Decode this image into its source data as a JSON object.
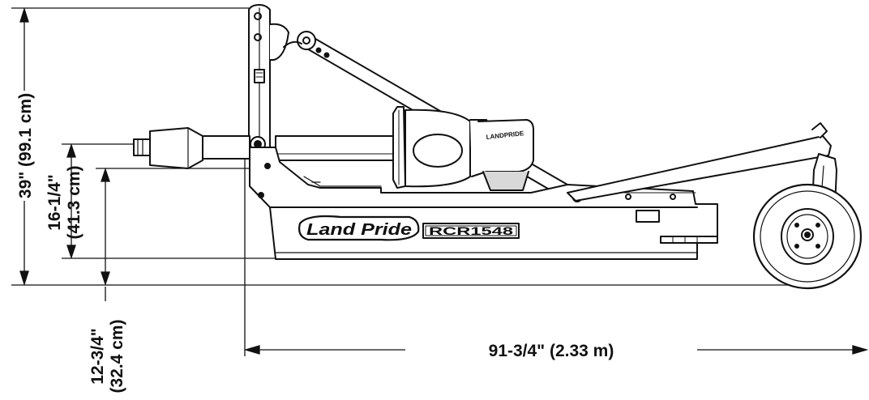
{
  "dimensions": {
    "overall_height": "39\" (99.1 cm)",
    "hitch_height_upper": "16-1/4\"",
    "hitch_height_upper_metric": "(41.3 cm)",
    "hitch_height_lower": "12-3/4\"",
    "hitch_height_lower_metric": "(32.4 cm)",
    "overall_length": "91-3/4\" (2.33 m)"
  },
  "decals": {
    "brand_logo": "Land Pride",
    "model_number": "RCR1548",
    "gearbox_label": "LANDPRIDE"
  },
  "colors": {
    "line": "#111111",
    "background": "#ffffff",
    "shading": "#d9d9d9"
  }
}
